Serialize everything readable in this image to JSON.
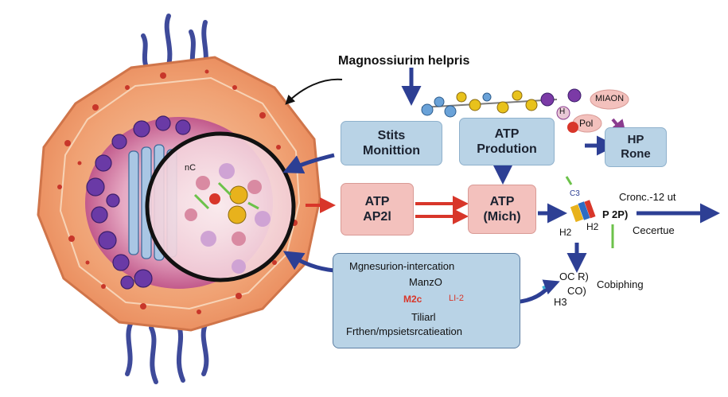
{
  "title": "Magnossiurim helpris",
  "boxes": {
    "stits": {
      "line1": "Stits",
      "line2": "Monittion"
    },
    "atp_prod": {
      "line1": "ATP",
      "line2": "Prodution"
    },
    "hp": {
      "line1": "HP",
      "line2": "Rone"
    },
    "atp_ap": {
      "line1": "ATP",
      "line2": "AP2l"
    },
    "atp_mich": {
      "line1": "ATP",
      "line2": "(Mich)"
    }
  },
  "molecule_labels": {
    "miaon": "MIAON",
    "pol": "Pol",
    "h": "H"
  },
  "right_labels": {
    "c3": "C3",
    "cronc": "Cronc.-12 ut",
    "pp": "P 2P)",
    "h2a": "H2",
    "h2b": "H2",
    "cecertue": "Cecertue",
    "ocr": "OC R)",
    "co": "CO)",
    "h3": "H3",
    "cobiphing": "Cobiphing"
  },
  "bottom_box": {
    "title": "Mgnesurion-intercation",
    "manzo": "ManzO",
    "m2": "M2c",
    "l2": "LI-2",
    "tiliarl": "Tiliarl",
    "frthen": "Frthen/mpsietsrcatieation"
  },
  "nucleus_label": "nC",
  "colors": {
    "box_blue": "#b9d3e6",
    "box_pink": "#f3c1bd",
    "arrow_blue": "#2d3f94",
    "arrow_red": "#d8362a"
  }
}
